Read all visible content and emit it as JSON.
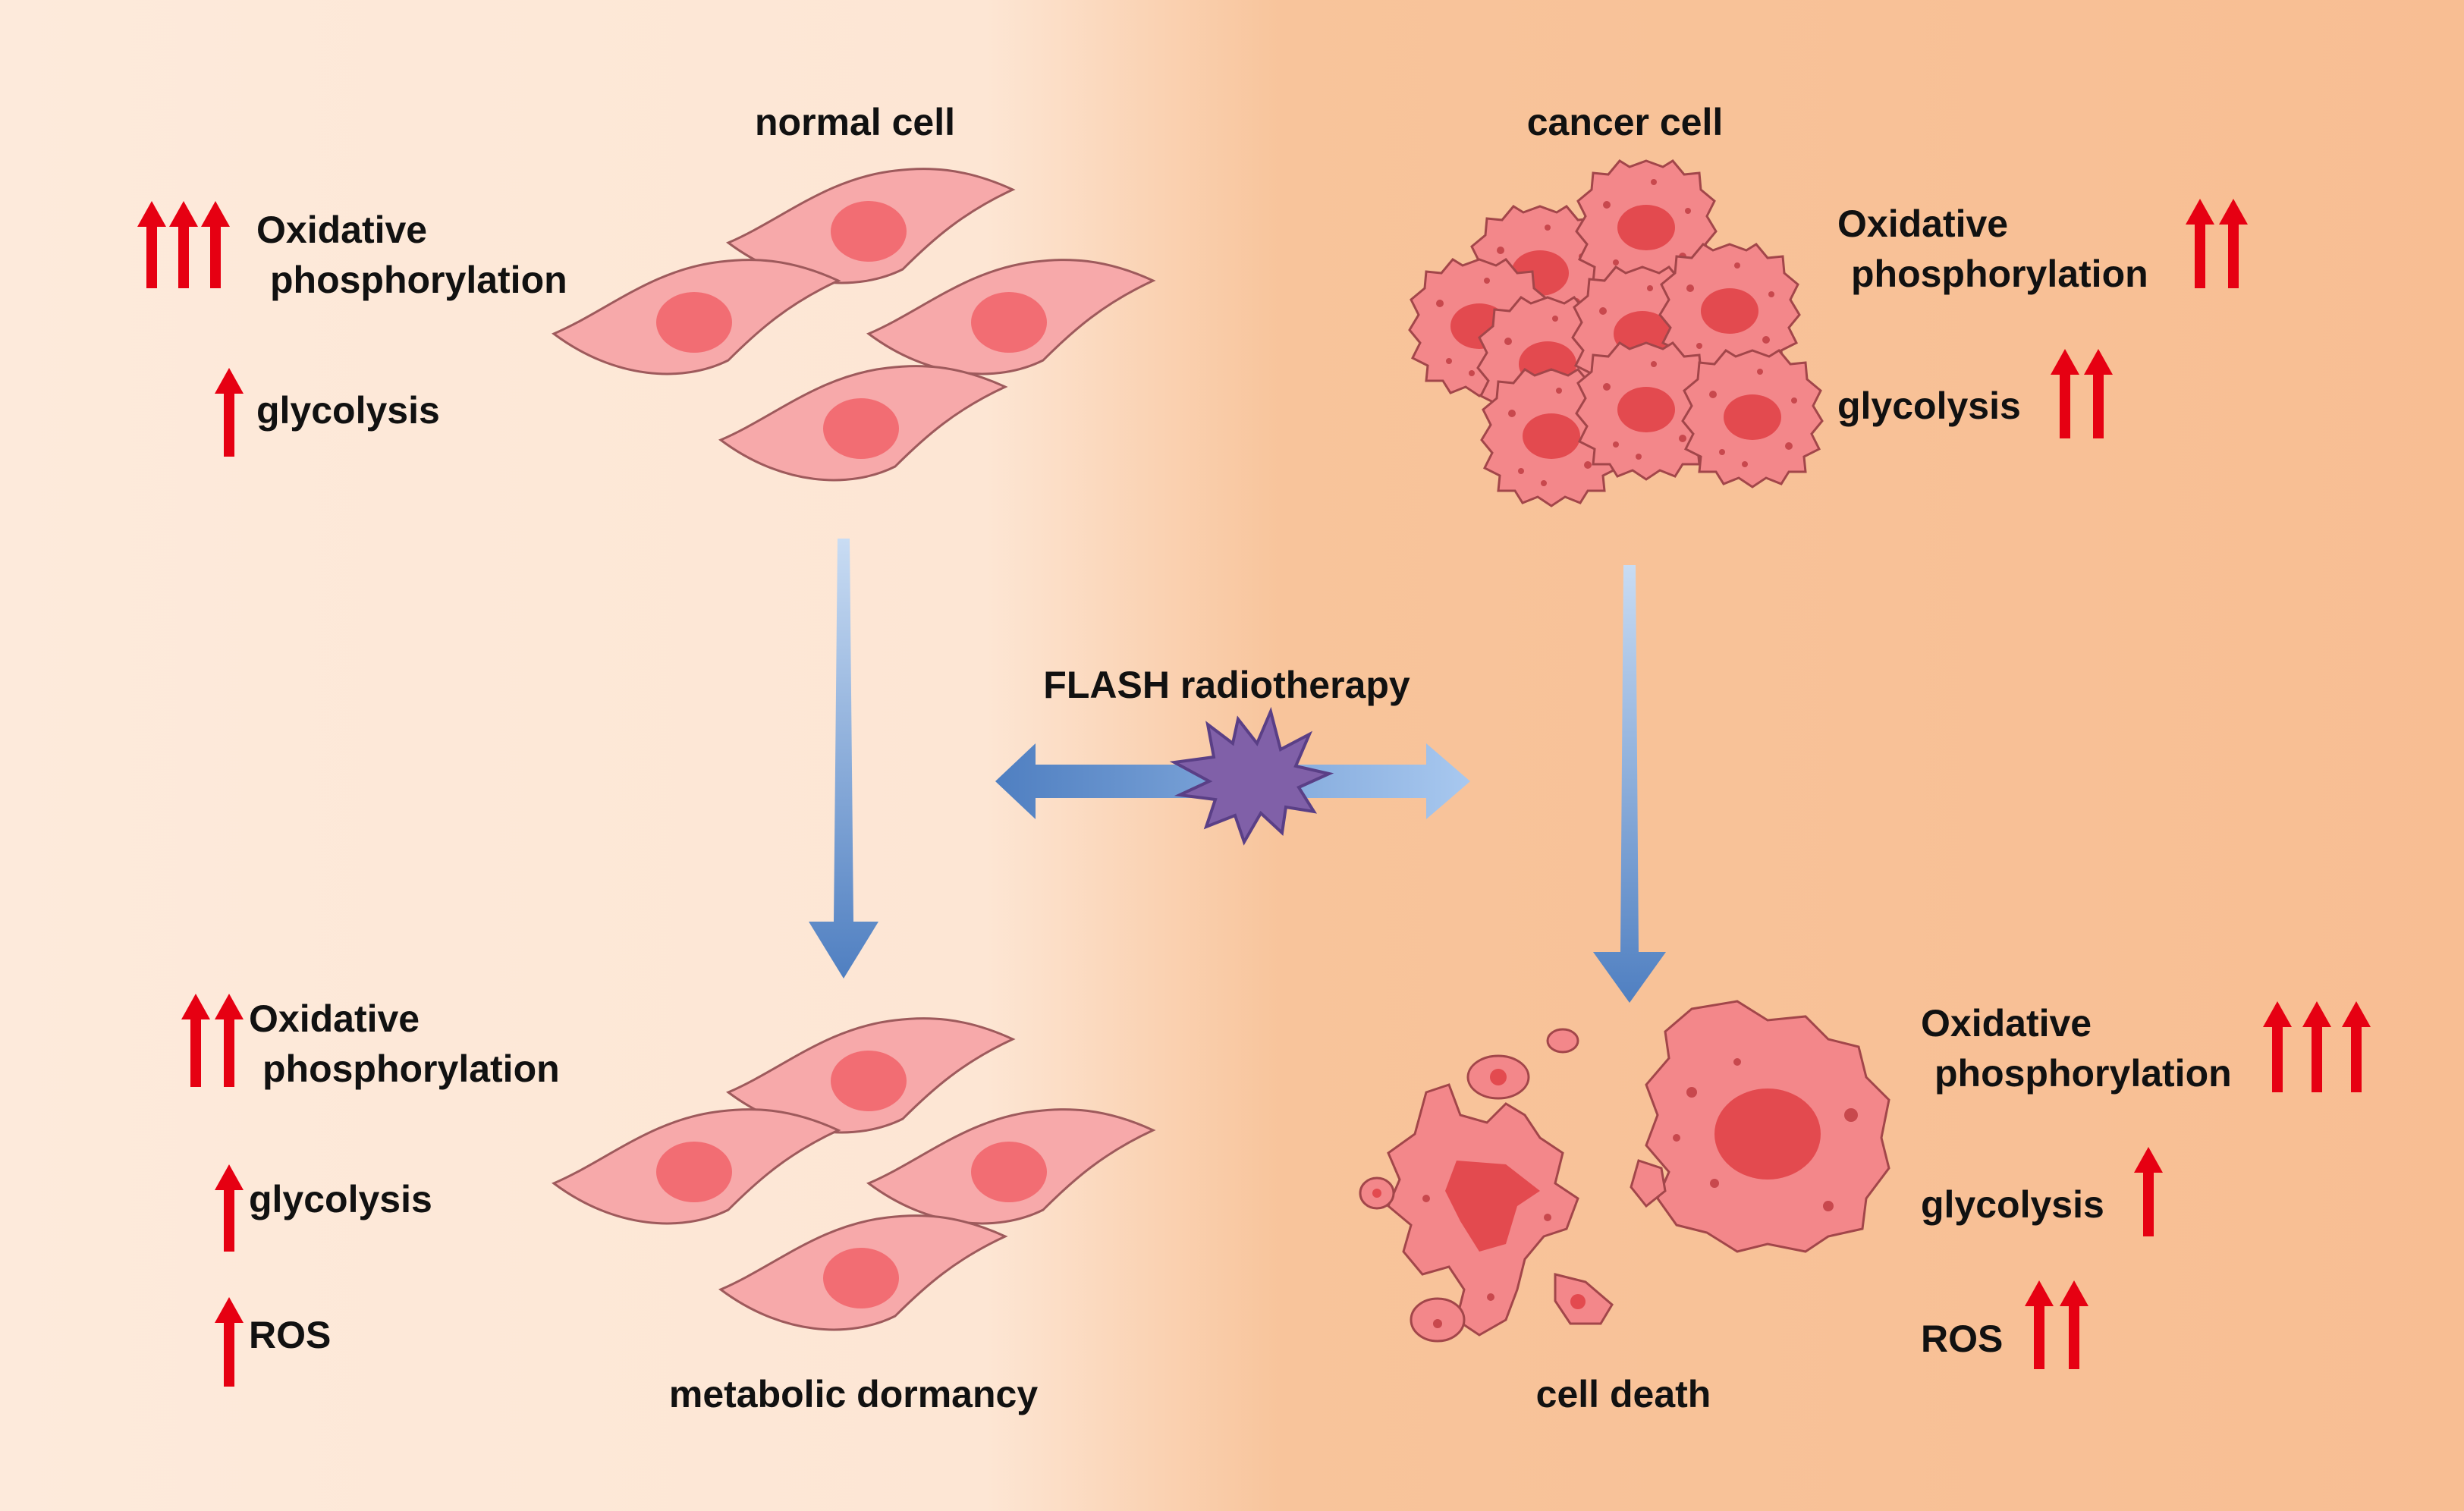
{
  "labels": {
    "normal_cell": "normal cell",
    "cancer_cell": "cancer  cell",
    "flash": "FLASH radiotherapy",
    "metabolic_dormancy": "metabolic dormancy",
    "cell_death": "cell death"
  },
  "panels": {
    "normal_before": [
      {
        "term_line1": "Oxidative",
        "term_line2": "phosphorylation",
        "arrows": 3
      },
      {
        "term_line1": "glycolysis",
        "arrows": 1
      }
    ],
    "cancer_before": [
      {
        "term_line1": "Oxidative",
        "term_line2": "phosphorylation",
        "arrows": 2
      },
      {
        "term_line1": "glycolysis",
        "arrows": 2
      }
    ],
    "normal_after": [
      {
        "term_line1": "Oxidative",
        "term_line2": "phosphorylation",
        "arrows": 2
      },
      {
        "term_line1": "glycolysis",
        "arrows": 1
      },
      {
        "term_line1": "ROS",
        "arrows": 1
      }
    ],
    "cancer_after": [
      {
        "term_line1": "Oxidative",
        "term_line2": "phosphorylation",
        "arrows": 3
      },
      {
        "term_line1": "glycolysis",
        "arrows": 1
      },
      {
        "term_line1": "ROS",
        "arrows": 2
      }
    ]
  },
  "colors": {
    "up_arrow": "#e60012",
    "cell_fill": "#f7a9aa",
    "nucleus": "#f26d73",
    "cancer_fill": "#f3878a",
    "cancer_nucleus": "#e34a4f",
    "flow_arrow": "#5b87c5",
    "burst": "#8060a8"
  }
}
